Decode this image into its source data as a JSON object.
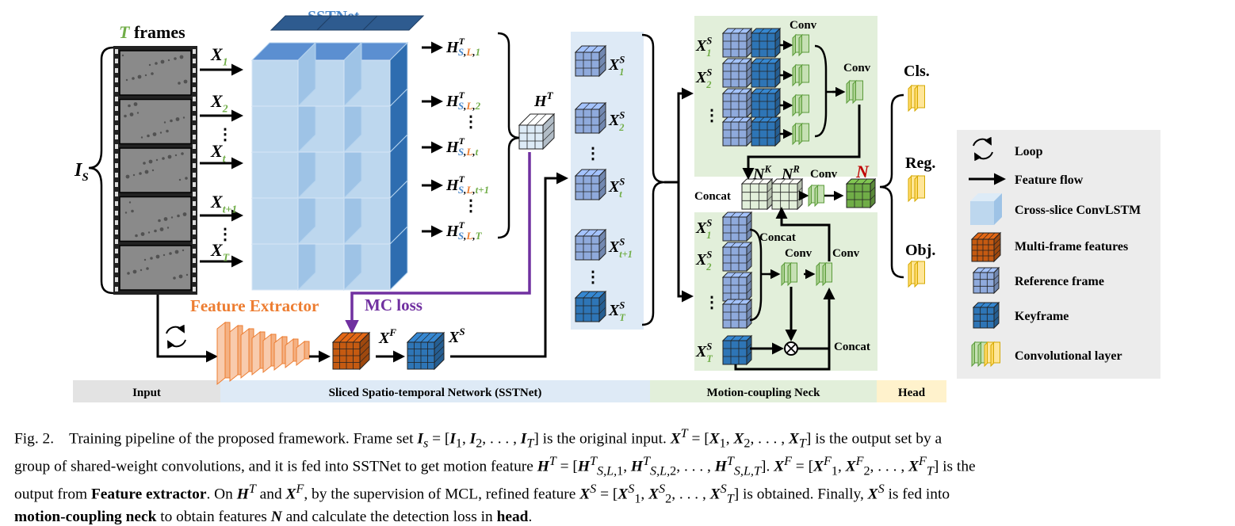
{
  "figure": {
    "input_label_frames_T": "T",
    "input_label_frames": " frames",
    "sstnet_title": "SSTNet",
    "feature_extractor": "Feature Extractor",
    "mc_loss": "MC loss",
    "input_symbol": "I",
    "input_symbol_sub": "S",
    "x_labels": [
      "1",
      "2",
      "t",
      "t+1",
      "T"
    ],
    "x_symbol": "X",
    "h_symbol": "H",
    "h_sup": "T",
    "h_subs": [
      "1",
      "2",
      "t",
      "t+1",
      "T"
    ],
    "h_sub_prefix_S": "S",
    "h_sub_prefix_L": "L",
    "ht_label": "H",
    "ht_sup": "T",
    "xf_label": "X",
    "xf_sup": "F",
    "xs_label": "X",
    "xs_sup": "S",
    "ref_subs": [
      "1",
      "2",
      "t",
      "t+1",
      "T"
    ],
    "neck_conv": "Conv",
    "neck_concat": "Concat",
    "nk_label": "N",
    "nk_sup": "K",
    "nr_label": "N",
    "nr_sup": "R",
    "n_label": "N",
    "head_cls": "Cls.",
    "head_reg": "Reg.",
    "head_obj": "Obj.",
    "vdots": "⋮",
    "legend": [
      {
        "icon": "loop-icon",
        "label": "Loop"
      },
      {
        "icon": "arrow-icon",
        "label": "Feature flow"
      },
      {
        "icon": "cube-icon",
        "label": "Cross-slice ConvLSTM"
      },
      {
        "icon": "multi-frame-icon",
        "label": "Multi-frame features"
      },
      {
        "icon": "reference-frame-icon",
        "label": "Reference frame"
      },
      {
        "icon": "keyframe-icon",
        "label": "Keyframe"
      },
      {
        "icon": "conv-layer-icon",
        "label": "Convolutional layer"
      }
    ],
    "bottom_bar": {
      "input": "Input",
      "sstnet": "Sliced Spatio-temporal Network (SSTNet)",
      "neck": "Motion-coupling Neck",
      "head": "Head"
    },
    "colors": {
      "sstnet_title": "#4a86c8",
      "feature_extractor": "#ed7d31",
      "mc_loss": "#7030a0",
      "green_index": "#70ad47",
      "blue_index": "#4a86c8",
      "orange_index": "#ed7d31",
      "n_red": "#c00000",
      "bar_input": "#e3e3e3",
      "bar_sstnet": "#deeaf6",
      "bar_neck": "#e2efda",
      "bar_head": "#fff2cc"
    }
  },
  "caption": {
    "fig_label": "Fig. 2.",
    "line1_a": "Training pipeline of the proposed framework. Frame set ",
    "line1_b": " is the original input. ",
    "line1_c": " is the output set by a",
    "line2_a": "group of shared-weight convolutions, and it is fed into SSTNet  to get motion feature ",
    "line2_b": ". ",
    "line2_c": " is the",
    "line3_a": "output from ",
    "line3_b": "Feature extractor",
    "line3_c": ". On ",
    "line3_d": " and ",
    "line3_e": ", by the supervision of MCL, refined feature ",
    "line3_f": " is obtained. Finally, ",
    "line3_g": " is fed into",
    "line4_a": "motion-coupling neck",
    "line4_b": " to obtain features ",
    "line4_c": " and calculate the detection loss in ",
    "line4_d": "head",
    "line4_e": ".",
    "eq_is": "I_s = [I_1, I_2, ..., I_T]",
    "eq_xt": "X^T = [X_1, X_2, ..., X_T]",
    "eq_ht": "H^T = [H^T_{S,L,1}, H^T_{S,L,2}, ..., H^T_{S,L,T}]",
    "eq_xf": "X^F = [X^F_1, X^F_2, ..., X^F_T]",
    "eq_xs": "X^S = [X^S_1, X^S_2, ..., X^S_T]",
    "sym_H": "H",
    "sym_X": "X",
    "sym_N": "N"
  }
}
